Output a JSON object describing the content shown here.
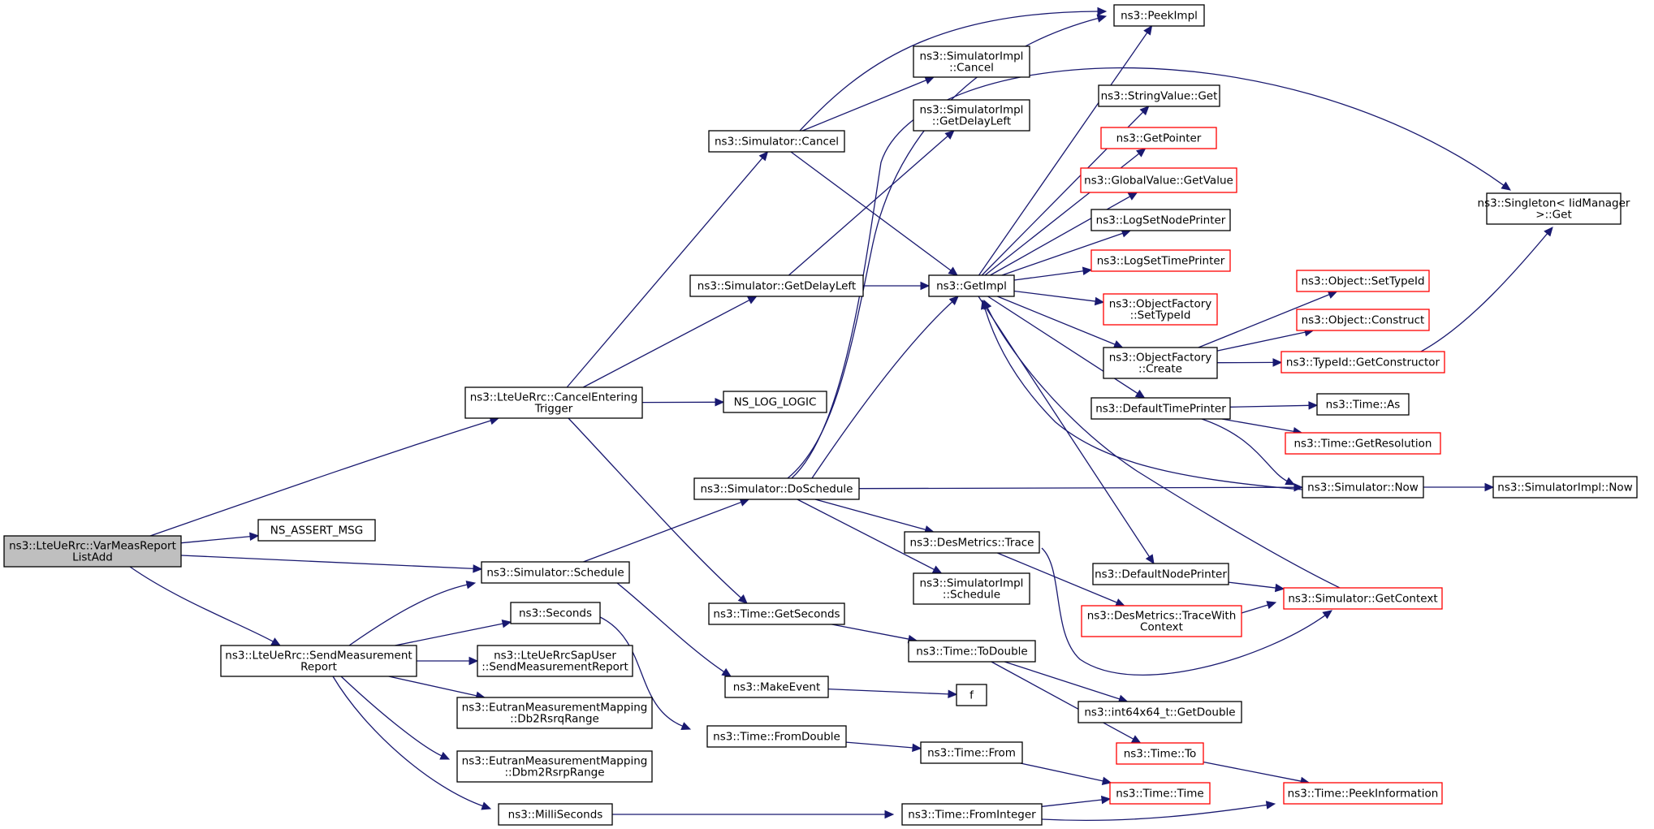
{
  "colors": {
    "edge": "#191970",
    "normal_border": "#000000",
    "red_border": "#ff0000",
    "root_fill": "#bfbfbf",
    "node_fill": "#ffffff"
  },
  "nodes": [
    {
      "id": "root",
      "lines": [
        "ns3::LteUeRrc::VarMeasReport",
        "ListAdd"
      ],
      "style": "root"
    },
    {
      "id": "cancelEntering",
      "lines": [
        "ns3::LteUeRrc::CancelEntering",
        "Trigger"
      ],
      "style": "normal"
    },
    {
      "id": "nsAssert",
      "lines": [
        "NS_ASSERT_MSG"
      ],
      "style": "normal"
    },
    {
      "id": "schedule",
      "lines": [
        "ns3::Simulator::Schedule"
      ],
      "style": "normal"
    },
    {
      "id": "sendMeas",
      "lines": [
        "ns3::LteUeRrc::SendMeasurement",
        "Report"
      ],
      "style": "normal"
    },
    {
      "id": "simCancel",
      "lines": [
        "ns3::Simulator::Cancel"
      ],
      "style": "normal"
    },
    {
      "id": "simGetDelayLeft",
      "lines": [
        "ns3::Simulator::GetDelayLeft"
      ],
      "style": "normal"
    },
    {
      "id": "nsLogLogic",
      "lines": [
        "NS_LOG_LOGIC"
      ],
      "style": "normal"
    },
    {
      "id": "timeGetSeconds",
      "lines": [
        "ns3::Time::GetSeconds"
      ],
      "style": "normal"
    },
    {
      "id": "doSchedule",
      "lines": [
        "ns3::Simulator::DoSchedule"
      ],
      "style": "normal"
    },
    {
      "id": "makeEvent",
      "lines": [
        "ns3::MakeEvent"
      ],
      "style": "normal"
    },
    {
      "id": "seconds",
      "lines": [
        "ns3::Seconds"
      ],
      "style": "normal"
    },
    {
      "id": "sapUser",
      "lines": [
        "ns3::LteUeRrcSapUser",
        "::SendMeasurementReport"
      ],
      "style": "normal"
    },
    {
      "id": "db2rsrq",
      "lines": [
        "ns3::EutranMeasurementMapping",
        "::Db2RsrqRange"
      ],
      "style": "normal"
    },
    {
      "id": "dbm2rsrp",
      "lines": [
        "ns3::EutranMeasurementMapping",
        "::Dbm2RsrpRange"
      ],
      "style": "normal"
    },
    {
      "id": "milliSeconds",
      "lines": [
        "ns3::MilliSeconds"
      ],
      "style": "normal"
    },
    {
      "id": "peekImpl",
      "lines": [
        "ns3::PeekImpl"
      ],
      "style": "normal"
    },
    {
      "id": "implCancel",
      "lines": [
        "ns3::SimulatorImpl",
        "::Cancel"
      ],
      "style": "normal"
    },
    {
      "id": "implGetDelayLeft",
      "lines": [
        "ns3::SimulatorImpl",
        "::GetDelayLeft"
      ],
      "style": "normal"
    },
    {
      "id": "getImpl",
      "lines": [
        "ns3::GetImpl"
      ],
      "style": "normal"
    },
    {
      "id": "desTrace",
      "lines": [
        "ns3::DesMetrics::Trace"
      ],
      "style": "normal"
    },
    {
      "id": "implSchedule",
      "lines": [
        "ns3::SimulatorImpl",
        "::Schedule"
      ],
      "style": "normal"
    },
    {
      "id": "timeToDouble",
      "lines": [
        "ns3::Time::ToDouble"
      ],
      "style": "normal"
    },
    {
      "id": "f",
      "lines": [
        "f"
      ],
      "style": "normal"
    },
    {
      "id": "timeFromDouble",
      "lines": [
        "ns3::Time::FromDouble"
      ],
      "style": "normal"
    },
    {
      "id": "timeFrom",
      "lines": [
        "ns3::Time::From"
      ],
      "style": "normal"
    },
    {
      "id": "timeFromInteger",
      "lines": [
        "ns3::Time::FromInteger"
      ],
      "style": "normal"
    },
    {
      "id": "stringValueGet",
      "lines": [
        "ns3::StringValue::Get"
      ],
      "style": "normal"
    },
    {
      "id": "getPointer",
      "lines": [
        "ns3::GetPointer"
      ],
      "style": "red"
    },
    {
      "id": "globalValueGetValue",
      "lines": [
        "ns3::GlobalValue::GetValue"
      ],
      "style": "red"
    },
    {
      "id": "logSetNodePrinter",
      "lines": [
        "ns3::LogSetNodePrinter"
      ],
      "style": "normal"
    },
    {
      "id": "logSetTimePrinter",
      "lines": [
        "ns3::LogSetTimePrinter"
      ],
      "style": "red"
    },
    {
      "id": "ofSetTypeId",
      "lines": [
        "ns3::ObjectFactory",
        "::SetTypeId"
      ],
      "style": "red"
    },
    {
      "id": "ofCreate",
      "lines": [
        "ns3::ObjectFactory",
        "::Create"
      ],
      "style": "normal"
    },
    {
      "id": "defaultTimePrinter",
      "lines": [
        "ns3::DefaultTimePrinter"
      ],
      "style": "normal"
    },
    {
      "id": "defaultNodePrinter",
      "lines": [
        "ns3::DefaultNodePrinter"
      ],
      "style": "normal"
    },
    {
      "id": "traceWithContext",
      "lines": [
        "ns3::DesMetrics::TraceWith",
        "Context"
      ],
      "style": "red"
    },
    {
      "id": "int64GetDouble",
      "lines": [
        "ns3::int64x64_t::GetDouble"
      ],
      "style": "normal"
    },
    {
      "id": "timeTo",
      "lines": [
        "ns3::Time::To"
      ],
      "style": "red"
    },
    {
      "id": "timeTime",
      "lines": [
        "ns3::Time::Time"
      ],
      "style": "red"
    },
    {
      "id": "singletonGet",
      "lines": [
        "ns3::Singleton< IidManager",
        ">::Get"
      ],
      "style": "normal"
    },
    {
      "id": "objectSetTypeId",
      "lines": [
        "ns3::Object::SetTypeId"
      ],
      "style": "red"
    },
    {
      "id": "objectConstruct",
      "lines": [
        "ns3::Object::Construct"
      ],
      "style": "red"
    },
    {
      "id": "typeIdGetConstructor",
      "lines": [
        "ns3::TypeId::GetConstructor"
      ],
      "style": "red"
    },
    {
      "id": "timeAs",
      "lines": [
        "ns3::Time::As"
      ],
      "style": "normal"
    },
    {
      "id": "timeGetResolution",
      "lines": [
        "ns3::Time::GetResolution"
      ],
      "style": "red"
    },
    {
      "id": "simulatorNow",
      "lines": [
        "ns3::Simulator::Now"
      ],
      "style": "normal"
    },
    {
      "id": "simulatorImplNow",
      "lines": [
        "ns3::SimulatorImpl::Now"
      ],
      "style": "normal"
    },
    {
      "id": "simGetContext",
      "lines": [
        "ns3::Simulator::GetContext"
      ],
      "style": "red"
    },
    {
      "id": "timePeekInformation",
      "lines": [
        "ns3::Time::PeekInformation"
      ],
      "style": "red"
    }
  ],
  "edges": [
    [
      "root",
      "cancelEntering"
    ],
    [
      "root",
      "nsAssert"
    ],
    [
      "root",
      "schedule"
    ],
    [
      "root",
      "sendMeas"
    ],
    [
      "cancelEntering",
      "simCancel"
    ],
    [
      "cancelEntering",
      "simGetDelayLeft"
    ],
    [
      "cancelEntering",
      "nsLogLogic"
    ],
    [
      "cancelEntering",
      "timeGetSeconds"
    ],
    [
      "simCancel",
      "peekImpl"
    ],
    [
      "simCancel",
      "implCancel"
    ],
    [
      "simCancel",
      "getImpl"
    ],
    [
      "simGetDelayLeft",
      "implGetDelayLeft"
    ],
    [
      "simGetDelayLeft",
      "getImpl"
    ],
    [
      "schedule",
      "doSchedule"
    ],
    [
      "schedule",
      "makeEvent"
    ],
    [
      "sendMeas",
      "schedule"
    ],
    [
      "sendMeas",
      "seconds"
    ],
    [
      "sendMeas",
      "sapUser"
    ],
    [
      "sendMeas",
      "db2rsrq"
    ],
    [
      "sendMeas",
      "dbm2rsrp"
    ],
    [
      "sendMeas",
      "milliSeconds"
    ],
    [
      "seconds",
      "timeFromDouble"
    ],
    [
      "milliSeconds",
      "timeFromInteger"
    ],
    [
      "doSchedule",
      "peekImpl"
    ],
    [
      "doSchedule",
      "singletonGet"
    ],
    [
      "doSchedule",
      "getImpl"
    ],
    [
      "doSchedule",
      "simulatorNow"
    ],
    [
      "doSchedule",
      "desTrace"
    ],
    [
      "doSchedule",
      "implSchedule"
    ],
    [
      "timeGetSeconds",
      "timeToDouble"
    ],
    [
      "makeEvent",
      "f"
    ],
    [
      "timeFromDouble",
      "timeFrom"
    ],
    [
      "timeFrom",
      "timeTime"
    ],
    [
      "timeFromInteger",
      "timeTime"
    ],
    [
      "timeFromInteger",
      "timePeekInformation"
    ],
    [
      "timeToDouble",
      "int64GetDouble"
    ],
    [
      "timeToDouble",
      "timeTo"
    ],
    [
      "timeTo",
      "timePeekInformation"
    ],
    [
      "getImpl",
      "peekImpl"
    ],
    [
      "getImpl",
      "stringValueGet"
    ],
    [
      "getImpl",
      "getPointer"
    ],
    [
      "getImpl",
      "globalValueGetValue"
    ],
    [
      "getImpl",
      "logSetNodePrinter"
    ],
    [
      "getImpl",
      "logSetTimePrinter"
    ],
    [
      "getImpl",
      "ofSetTypeId"
    ],
    [
      "getImpl",
      "ofCreate"
    ],
    [
      "getImpl",
      "defaultTimePrinter"
    ],
    [
      "getImpl",
      "defaultNodePrinter"
    ],
    [
      "desTrace",
      "traceWithContext"
    ],
    [
      "desTrace",
      "simGetContext"
    ],
    [
      "traceWithContext",
      "simGetContext"
    ],
    [
      "ofCreate",
      "objectSetTypeId"
    ],
    [
      "ofCreate",
      "objectConstruct"
    ],
    [
      "ofCreate",
      "typeIdGetConstructor"
    ],
    [
      "typeIdGetConstructor",
      "singletonGet"
    ],
    [
      "defaultTimePrinter",
      "timeAs"
    ],
    [
      "defaultTimePrinter",
      "timeGetResolution"
    ],
    [
      "defaultTimePrinter",
      "simulatorNow"
    ],
    [
      "defaultNodePrinter",
      "simGetContext"
    ],
    [
      "simulatorNow",
      "getImpl"
    ],
    [
      "simulatorNow",
      "simulatorImplNow"
    ],
    [
      "simGetContext",
      "getImpl"
    ]
  ]
}
